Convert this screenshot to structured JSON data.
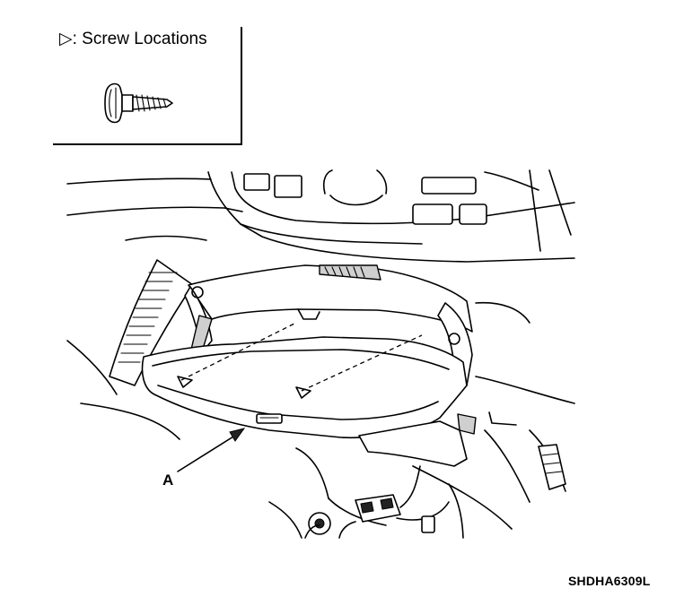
{
  "legend": {
    "title": ": Screw Locations",
    "symbol": "▷",
    "icon": "screw-icon"
  },
  "callouts": {
    "part_a": "A"
  },
  "figure_code": "SHDHA6309L"
}
